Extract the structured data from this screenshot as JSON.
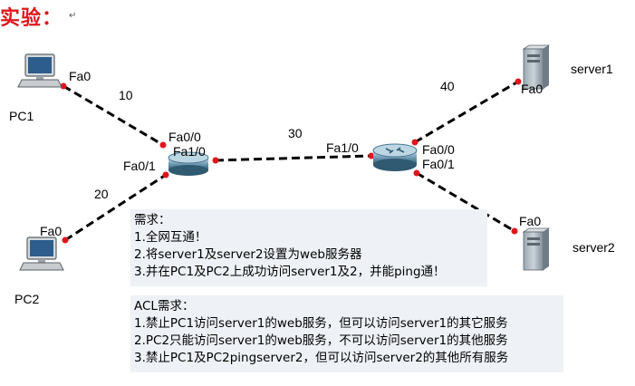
{
  "heading": {
    "title": "实验：",
    "mark": "↵"
  },
  "devices": {
    "pc1": "PC1",
    "pc2": "PC2",
    "server1": "server1",
    "server2": "server2"
  },
  "ports": {
    "pc1_fa0": "Fa0",
    "pc2_fa0": "Fa0",
    "r1_fa0_0": "Fa0/0",
    "r1_fa1_0": "Fa1/0",
    "r1_fa0_1": "Fa0/1",
    "r2_fa1_0": "Fa1/0",
    "r2_fa0_0": "Fa0/0",
    "r2_fa0_1": "Fa0/1",
    "server1_fa0": "Fa0",
    "server2_fa0": "Fa0"
  },
  "links": {
    "pc1_r1": "10",
    "pc2_r1": "20",
    "r1_r2": "30",
    "r2_server1": "40"
  },
  "requirements": {
    "title": "需求：",
    "items": [
      "1.全网互通！",
      "2.将server1及server2设置为web服务器",
      "3.并在PC1及PC2上成功访问server1及2，并能ping通！"
    ]
  },
  "acl": {
    "title": "ACL需求：",
    "items": [
      "1.禁止PC1访问server1的web服务，但可以访问server1的其它服务",
      "2.PC2只能访问server1的web服务，不可以访问server1的其他服务",
      "3.禁止PC1及PC2pingserver2，但可以访问server2的其他所有服务"
    ]
  },
  "colors": {
    "heading": "#e0161d",
    "link": "#000000",
    "port_dot": "#e0161d",
    "box_bg": "#eef1f6"
  }
}
